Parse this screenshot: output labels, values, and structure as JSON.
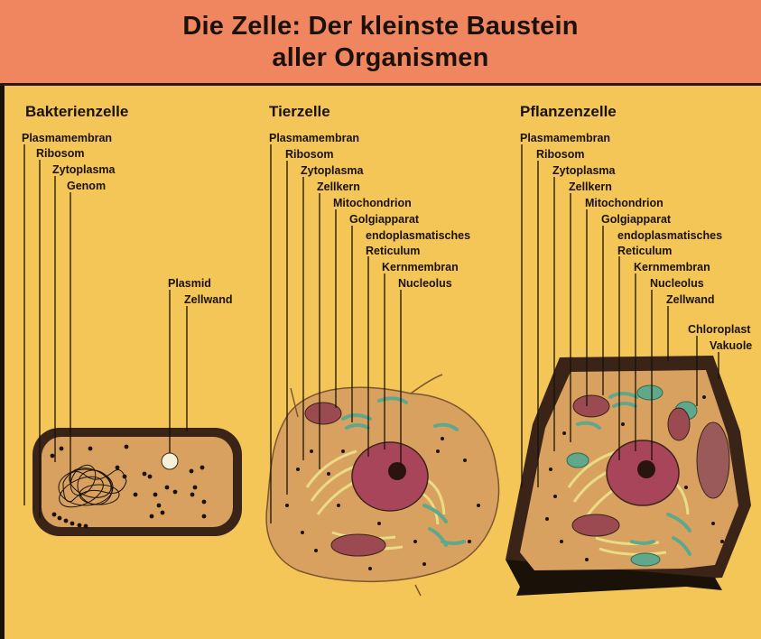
{
  "header": {
    "title_line1": "Die Zelle: Der kleinste Baustein",
    "title_line2": "aller Organismen"
  },
  "cells": {
    "bacteria": {
      "title": "Bakterienzelle",
      "labels": [
        "Plasmamembran",
        "Ribosom",
        "Zytoplasma",
        "Genom",
        "Plasmid",
        "Zellwand"
      ]
    },
    "animal": {
      "title": "Tierzelle",
      "labels": [
        "Plasmamembran",
        "Ribosom",
        "Zytoplasma",
        "Zellkern",
        "Mitochondrion",
        "Golgiapparat",
        "endoplasmatisches",
        "Reticulum",
        "Kernmembran",
        "Nucleolus"
      ]
    },
    "plant": {
      "title": "Pflanzenzelle",
      "labels": [
        "Plasmamembran",
        "Ribosom",
        "Zytoplasma",
        "Zellkern",
        "Mitochondrion",
        "Golgiapparat",
        "endoplasmatisches",
        "Reticulum",
        "Kernmembran",
        "Nucleolus",
        "Zellwand",
        "Chloroplast",
        "Vakuole"
      ]
    }
  },
  "colors": {
    "background": "#f3c657",
    "banner": "#ef8660",
    "cytoplasm": "#d8a15f",
    "cell_wall": "#3a2418",
    "nucleus": "#a8455a",
    "er": "#e9dc86",
    "golgi": "#5fa88c",
    "mitochondrion": "#9b4a52"
  }
}
